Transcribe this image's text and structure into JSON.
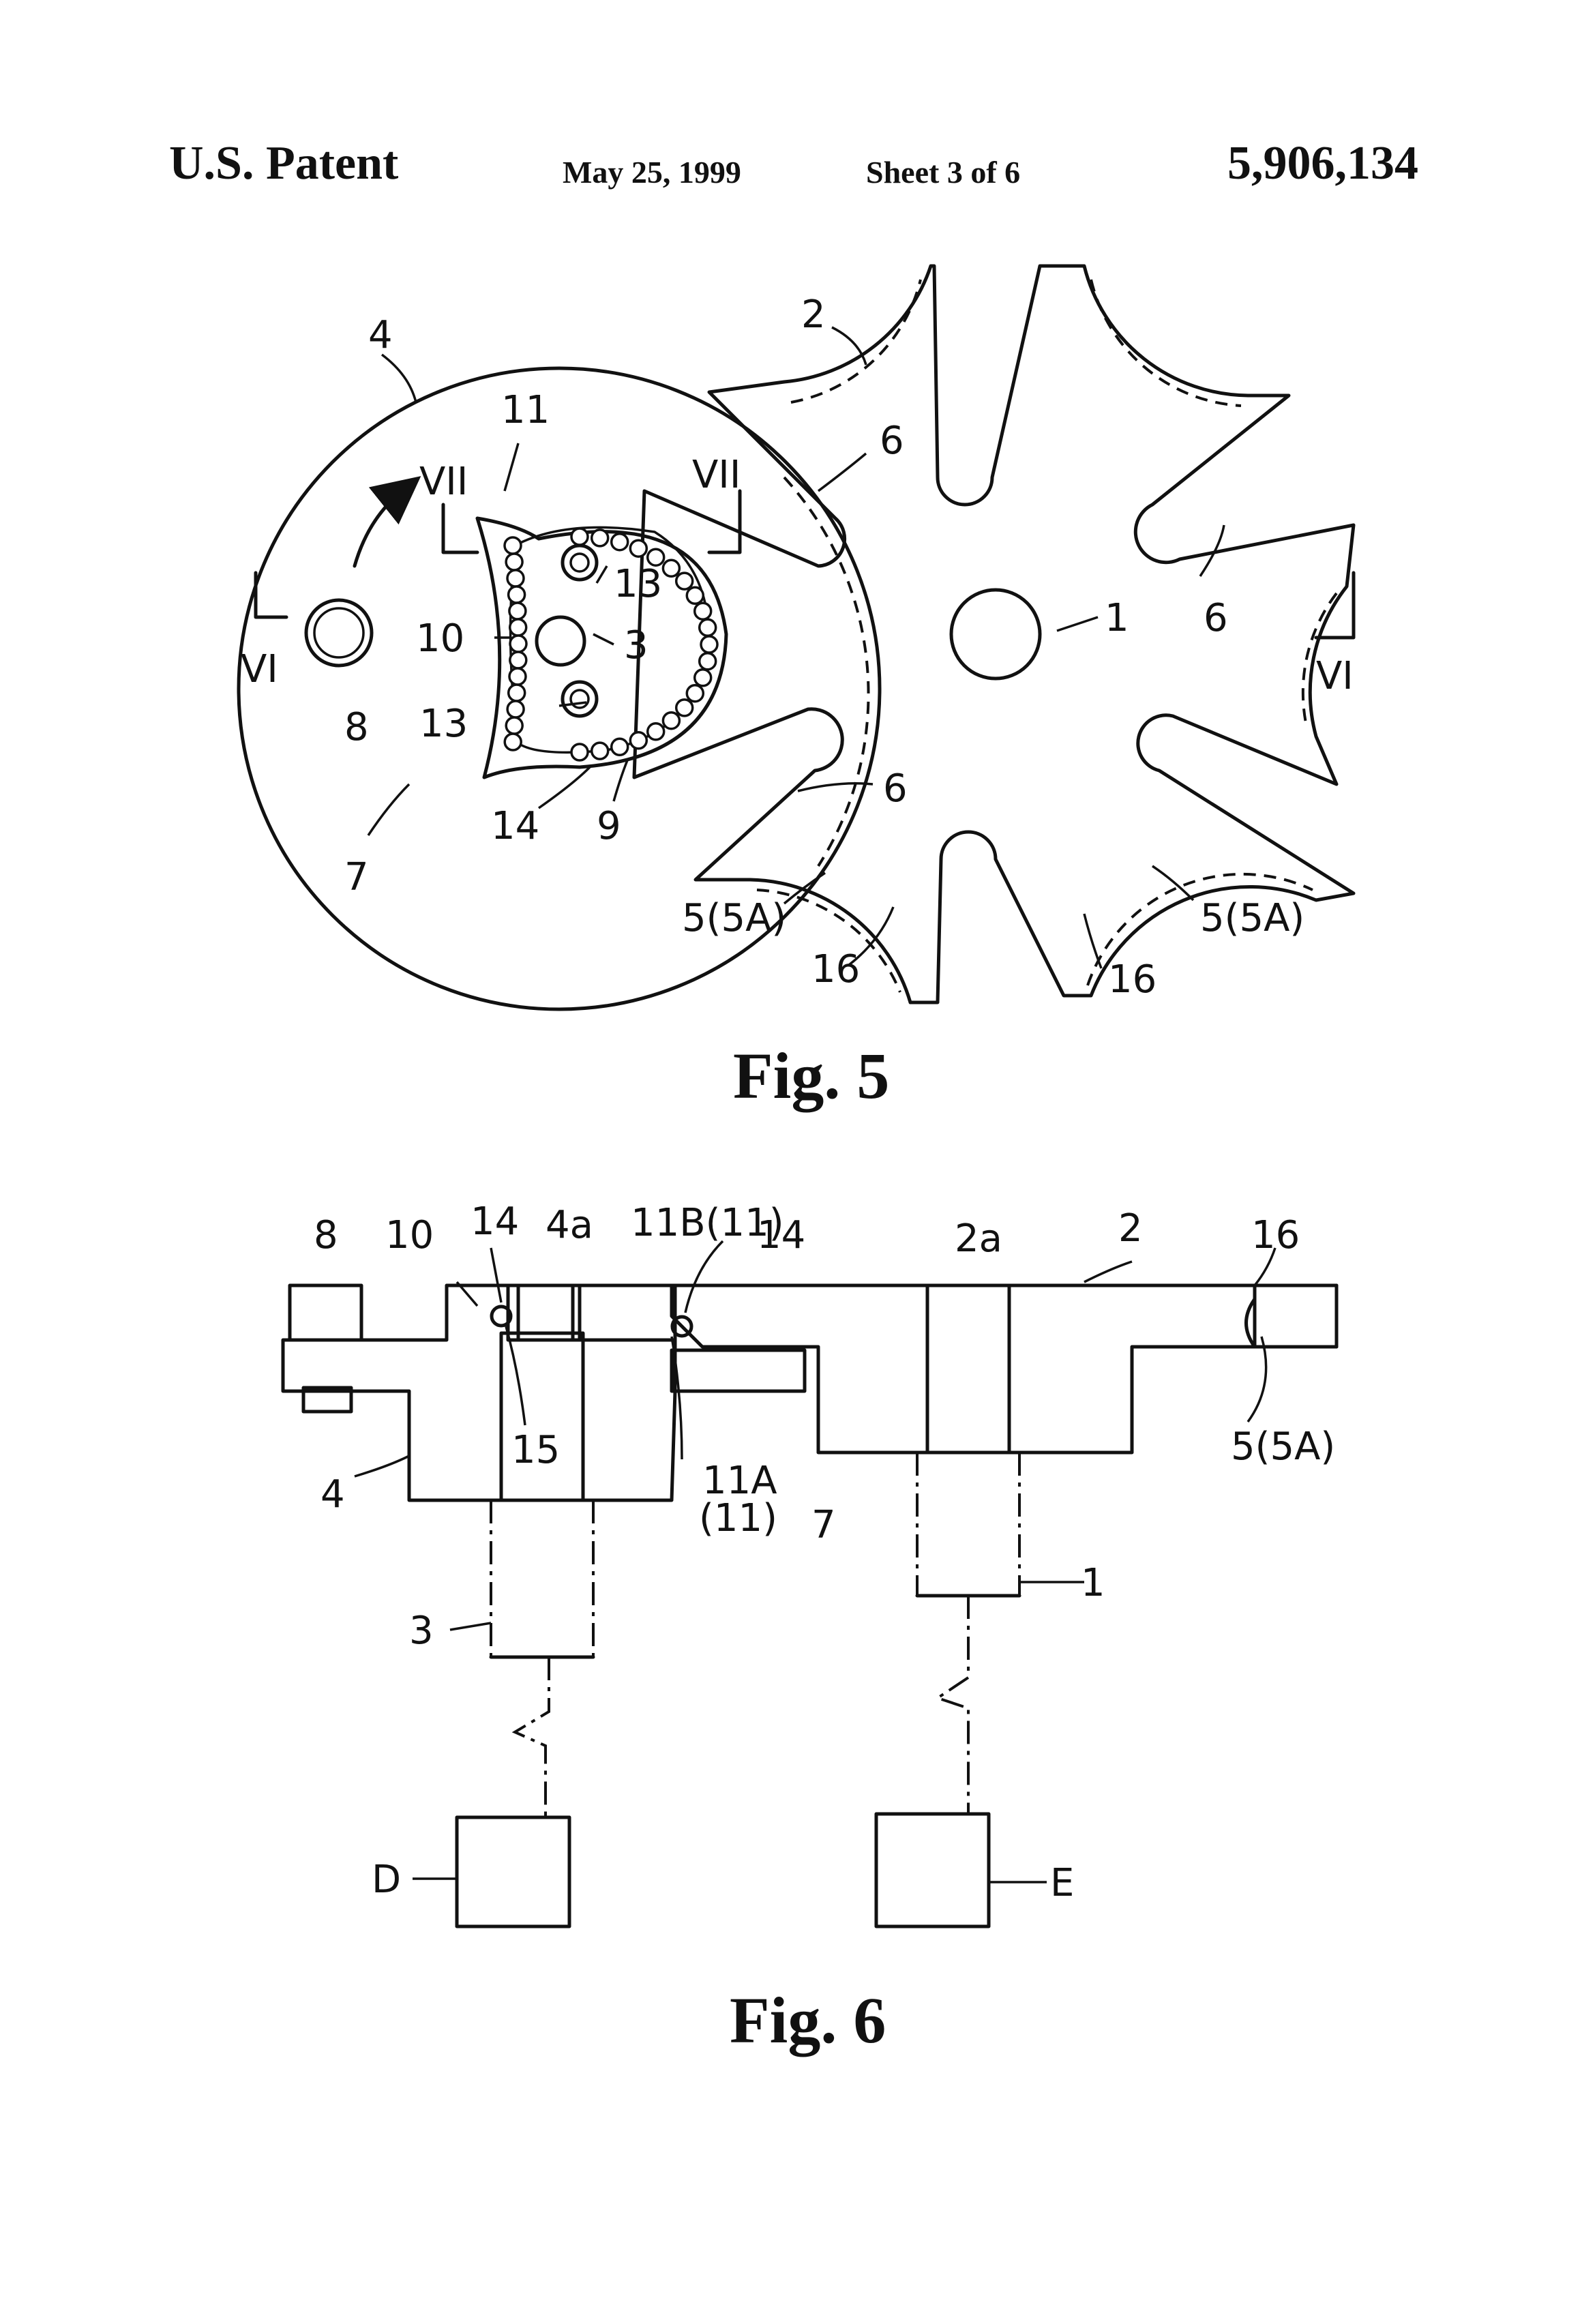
{
  "header": {
    "left": "U.S. Patent",
    "date": "May 25, 1999",
    "sheet": "Sheet 3 of 6",
    "patent_number": "5,906,134"
  },
  "fig5": {
    "caption": "Fig. 5",
    "labels": {
      "n4": "4",
      "n2": "2",
      "n11": "11",
      "vii_l": "VII",
      "vii_r": "VII",
      "n6a": "6",
      "n6b": "6",
      "n6c": "6",
      "n13a": "13",
      "n13b": "13",
      "n1": "1",
      "n3": "3",
      "n10": "10",
      "vi_l": "VI",
      "vi_r": "VI",
      "n8": "8",
      "n14": "14",
      "n9": "9",
      "n7": "7",
      "n5a": "5(5A)",
      "n5b": "5(5A)",
      "n16a": "16",
      "n16b": "16"
    }
  },
  "fig6": {
    "caption": "Fig. 6",
    "labels": {
      "n8": "8",
      "n10": "10",
      "n14a": "14",
      "n4a": "4a",
      "n11b": "11B(11)",
      "n14b": "14",
      "n2a": "2a",
      "n2": "2",
      "n16": "16",
      "n15": "15",
      "n5": "5(5A)",
      "n4": "4",
      "n11a_1": "11A",
      "n11a_2": "(11)",
      "n7": "7",
      "n1": "1",
      "n3": "3",
      "d": "D",
      "e": "E"
    }
  }
}
